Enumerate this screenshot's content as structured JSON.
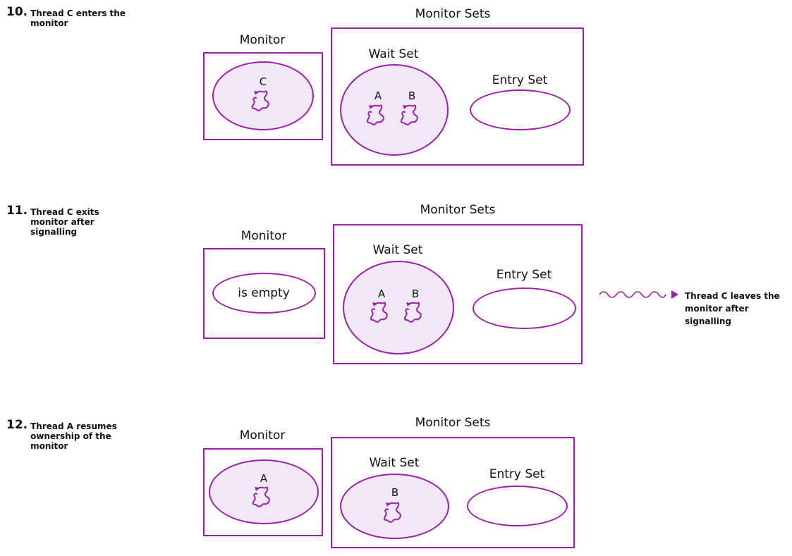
{
  "steps": [
    {
      "number": "10.",
      "description": "Thread C enters the monitor"
    },
    {
      "number": "11.",
      "description": "Thread C exits monitor after signalling"
    },
    {
      "number": "12.",
      "description": "Thread A resumes ownership of the monitor"
    }
  ],
  "labels": {
    "monitor": "Monitor",
    "monitor_sets": "Monitor Sets",
    "wait_set": "Wait Set",
    "entry_set": "Entry Set",
    "is_empty": "is empty"
  },
  "threads": {
    "a": "A",
    "b": "B",
    "c": "C"
  },
  "annotation": "Thread C leaves the monitor after signalling",
  "colors": {
    "accent": "#9b1fa8",
    "fill": "#f1e8f7"
  }
}
